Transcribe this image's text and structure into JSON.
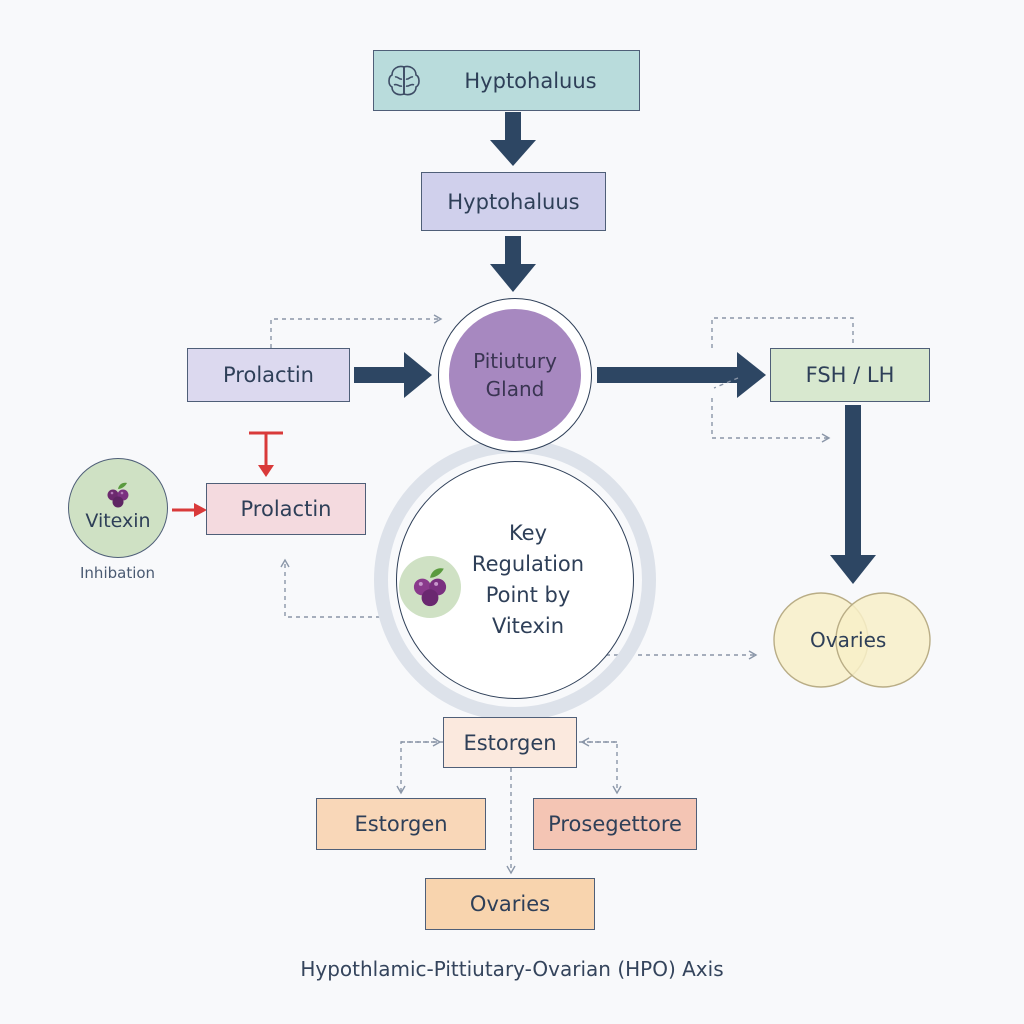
{
  "nodes": {
    "top": "Hyptohaluus",
    "second": "Hyptohaluus",
    "pituitary_line1": "Pitiutury",
    "pituitary_line2": "Gland",
    "prolactin_top": "Prolactin",
    "fsh_lh": "FSH / LH",
    "vitexin": "Vitexin",
    "inhibition": "Inhibation",
    "prolactin_bottom": "Prolactin",
    "key_line1": "Key",
    "key_line2": "Regulation",
    "key_line3": "Point by",
    "key_line4": "Vitexin",
    "ovaries_right": "Ovaries",
    "estrogen_center": "Estorgen",
    "estrogen_left": "Estorgen",
    "progesterone": "Prosegettore",
    "ovaries_bottom": "Ovaries"
  },
  "caption": "Hypothlamic-Pittiutary-Ovarian (HPO) Axis",
  "icons": {
    "brain": "brain-icon",
    "berries": "berry-cluster-icon"
  },
  "colors": {
    "arrow": "#2d4663",
    "inhibit": "#d93a3a",
    "dotted": "#8a96a8",
    "top_fill": "#b9dcdc",
    "second_fill": "#d0d0ec",
    "pituitary_fill": "#a788c0",
    "prolactin_top_fill": "#dcd9ef",
    "fsh_fill": "#d8e8cf",
    "vitexin_fill": "#cfe1c4",
    "prolactin_bottom_fill": "#f4dadf",
    "ovary_fill": "#f8f0c8",
    "estrogen_center_fill": "#fbe9de",
    "estrogen_left_fill": "#f9d7b8",
    "progesterone_fill": "#f4c5b4",
    "ovaries_bottom_fill": "#f8d4ae"
  }
}
